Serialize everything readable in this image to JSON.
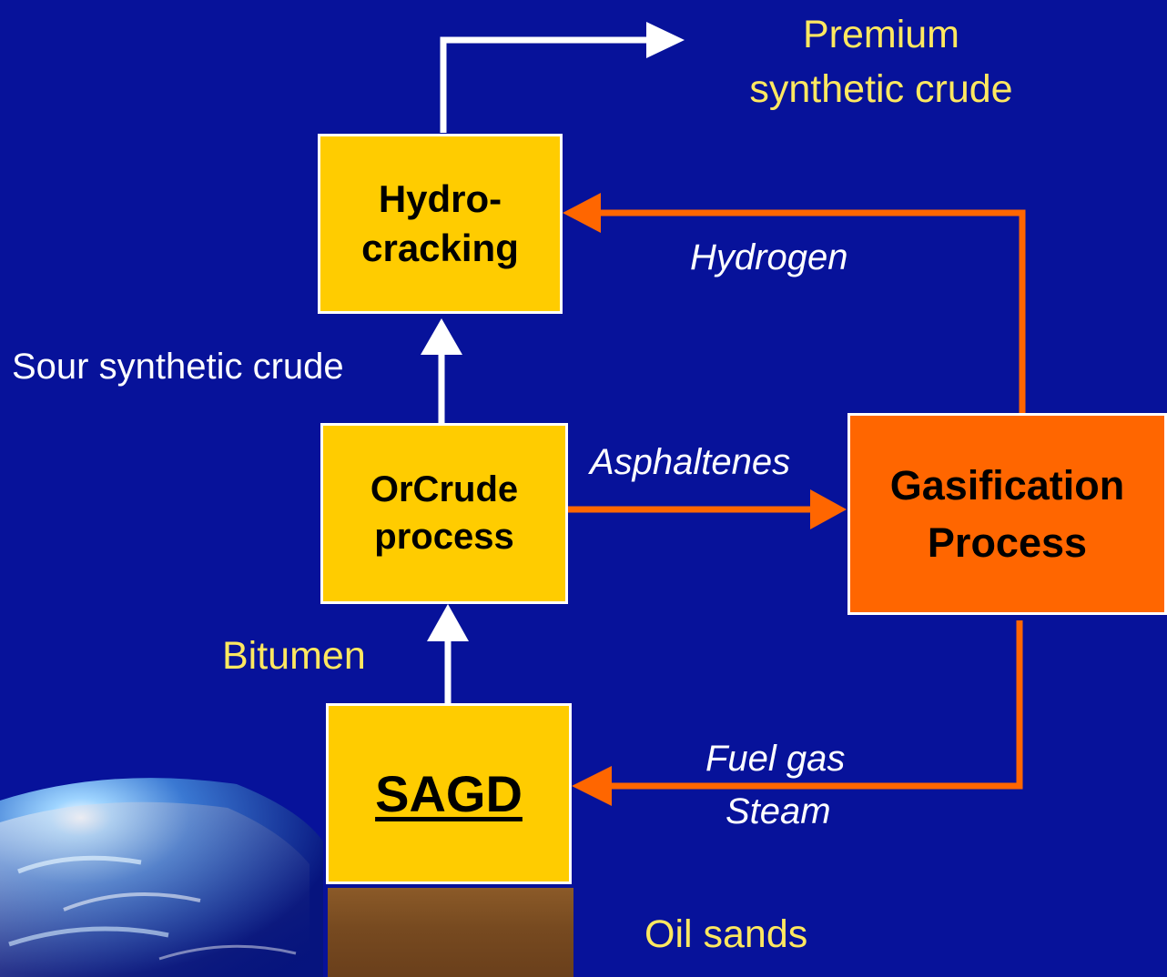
{
  "colors": {
    "background": "#07129a",
    "process_box": "#ffcc00",
    "gasification_box": "#ff6600",
    "hydrogen_flow": "#ff6600",
    "product_flow": "#ffffff",
    "yellow_text": "#ffe860",
    "white_text": "#ffffff"
  },
  "boxes": {
    "hydrocracking": "Hydro-\ncracking",
    "orcrude": "OrCrude\nprocess",
    "gasification": "Gasification\nProcess",
    "sagd": "SAGD"
  },
  "labels": {
    "premium_crude": "Premium\nsynthetic crude",
    "sour_crude": "Sour synthetic crude",
    "bitumen": "Bitumen",
    "hydrogen": "Hydrogen",
    "asphaltenes": "Asphaltenes",
    "fuel_gas": "Fuel gas",
    "steam": "Steam",
    "oil_sands": "Oil sands"
  },
  "icons": {
    "planet_illustration": "earth-planet",
    "flow_arrows": "arrow-right, arrow-up, arrow-left"
  }
}
